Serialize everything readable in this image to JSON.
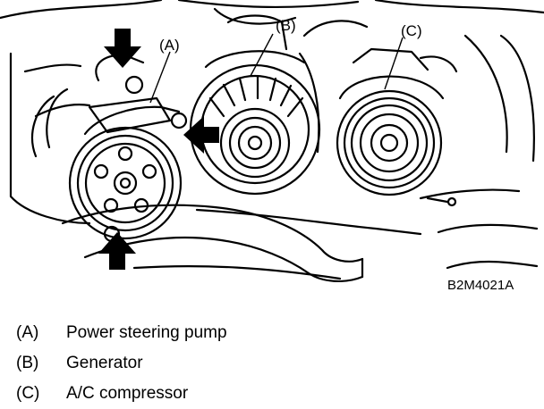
{
  "figure": {
    "image_code": "B2M4021A",
    "callouts": [
      "(A)",
      "(B)",
      "(C)"
    ]
  },
  "legend": [
    {
      "key": "(A)",
      "label": "Power steering pump"
    },
    {
      "key": "(B)",
      "label": "Generator"
    },
    {
      "key": "(C)",
      "label": "A/C compressor"
    }
  ]
}
